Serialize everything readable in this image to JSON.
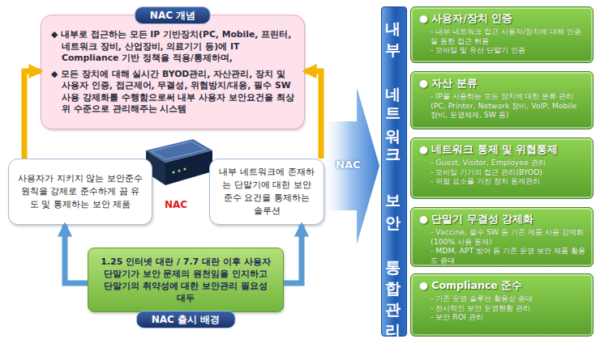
{
  "diagram": {
    "nodes": [
      {
        "text": [
          "NAC 개념",
          "◆ 내부로 접근하는 모든 IP 기반장치(PC, Mobile, 프린터, 네트워크 장비, 산업장비, 의료기기 등)에 IT Compliance 기반 정책을 적용/통제하며,",
          "◆ 모든 장치에 대해 실시간 BYOD관리, 자산관리, 장치 및 사용자 인증, 접근제어, 무결성, 위협방지/대응, 필수 SW사용 강제화를 수행함으로써 내부 사용자 보안요건을 최상위 수준으로 관리해주는 시스템"
        ]
      },
      {
        "text": [
          "사용자가 지키지 않는 보안준수 원칙을 강제로 준수하게 끔 유도 및 통제하는 보안 제품"
        ]
      },
      {
        "text": [
          "내부 네트워크에 존재하는 단말기에 대한 보안 준수 요건을 통제하는 솔루션"
        ]
      },
      {
        "text": [
          "1.25 인터넷 대란 / 7.7 대란 이후 사용자 단말기가 보안 문제의 원천임을 인지하고 단말기의 취약성에 대한 보안관리 필요성 대두",
          "NAC 출시 배경"
        ]
      },
      {
        "text": [
          "내부 네트워크 보안 통합관리"
        ]
      },
      {
        "text": [
          "● 사용자/장치 인증",
          "- 내부 네트워크 접근 사용자/장치에 대해 인증을 통한 접근 허용",
          "- 모바일 및 유선 단말기 인증"
        ]
      },
      {
        "text": [
          "● 자산 분류",
          "- IP를 사용하는 모든 장치에 대한 분류 관리(PC, Printer, Network 장비, VoIP, Mobile 장비, 운영체제, SW 등)"
        ]
      },
      {
        "text": [
          "● 네트워크 통제 및 위협통제",
          "- Guest, Visitor, Employee 관리",
          "- 모바일 기기의 접근 관리(BYOD)",
          "- 위협 요소를 가진 장치 통제관리"
        ]
      },
      {
        "text": [
          "● 단말기 무결성 강제화",
          "- Vaccine, 필수 SW 등 기존 제품 사용 강제화(100% 사용 통제)",
          "- MDM, APT 방어 등 기존 운영 보안 제품 활용도 증대"
        ]
      },
      {
        "text": [
          "● Compliance 준수",
          "- 기존 운영 솔루션 활용성 증대",
          "- 전사적인 보안 운영현황 관리",
          "- 보안 ROI 관리"
        ]
      }
    ],
    "edges": [
      {
        "from": 3,
        "to": 1,
        "arrow": "to"
      },
      {
        "from": 3,
        "to": 2,
        "arrow": "to"
      },
      {
        "from": 1,
        "to": 0,
        "arrow": "to"
      },
      {
        "from": 2,
        "to": 0,
        "arrow": "to"
      }
    ],
    "labels": [
      "NAC",
      "NAC"
    ]
  }
}
